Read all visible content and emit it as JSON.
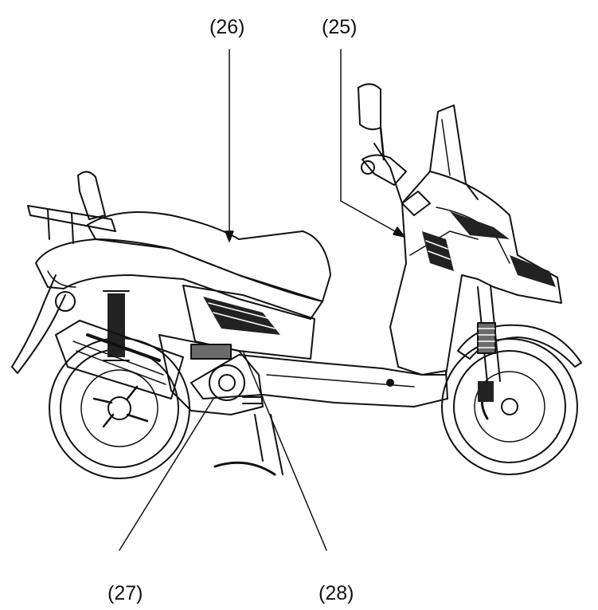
{
  "callouts": [
    {
      "id": "26",
      "label": "(26)"
    },
    {
      "id": "25",
      "label": "(25)"
    },
    {
      "id": "27",
      "label": "(27)"
    },
    {
      "id": "28",
      "label": "(28)"
    }
  ],
  "colors": {
    "ink": "#111111",
    "background": "#ffffff",
    "fill_dark": "#222222",
    "fill_mid": "#6b6b6b"
  }
}
